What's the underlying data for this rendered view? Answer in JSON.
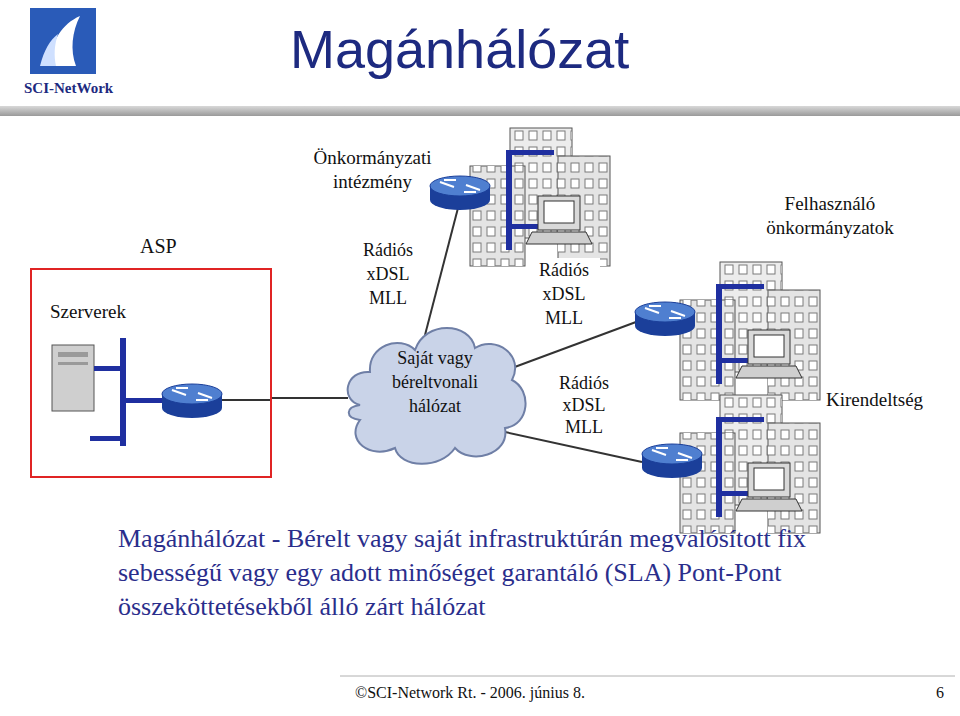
{
  "diagram": {
    "title": "Magánhálózat",
    "caption": "Magánhálózat - Bérelt vagy saját infrastruktúrán megvalósított fix sebességű vagy egy adott minőséget garantáló (SLA) Pont-Pont összeköttetésekből álló zárt hálózat",
    "nodes": [
      {
        "text": [
          "ASP",
          "Szerverek"
        ]
      },
      {
        "text": [
          "Saját vagy béreltvonali hálózat"
        ]
      }
    ],
    "edges": [
      {
        "from": 0,
        "to": 1,
        "arrow": "none"
      }
    ],
    "labels": [
      "SCI-NetWork",
      "Önkormányzati intézmény",
      "Rádiós xDSL MLL",
      "Rádiós xDSL MLL",
      "Rádiós xDSL MLL",
      "Felhasználó önkormányzatok",
      "Kirendeltség",
      "©SCI-Network Rt. - 2006. június 8.",
      "6"
    ]
  }
}
